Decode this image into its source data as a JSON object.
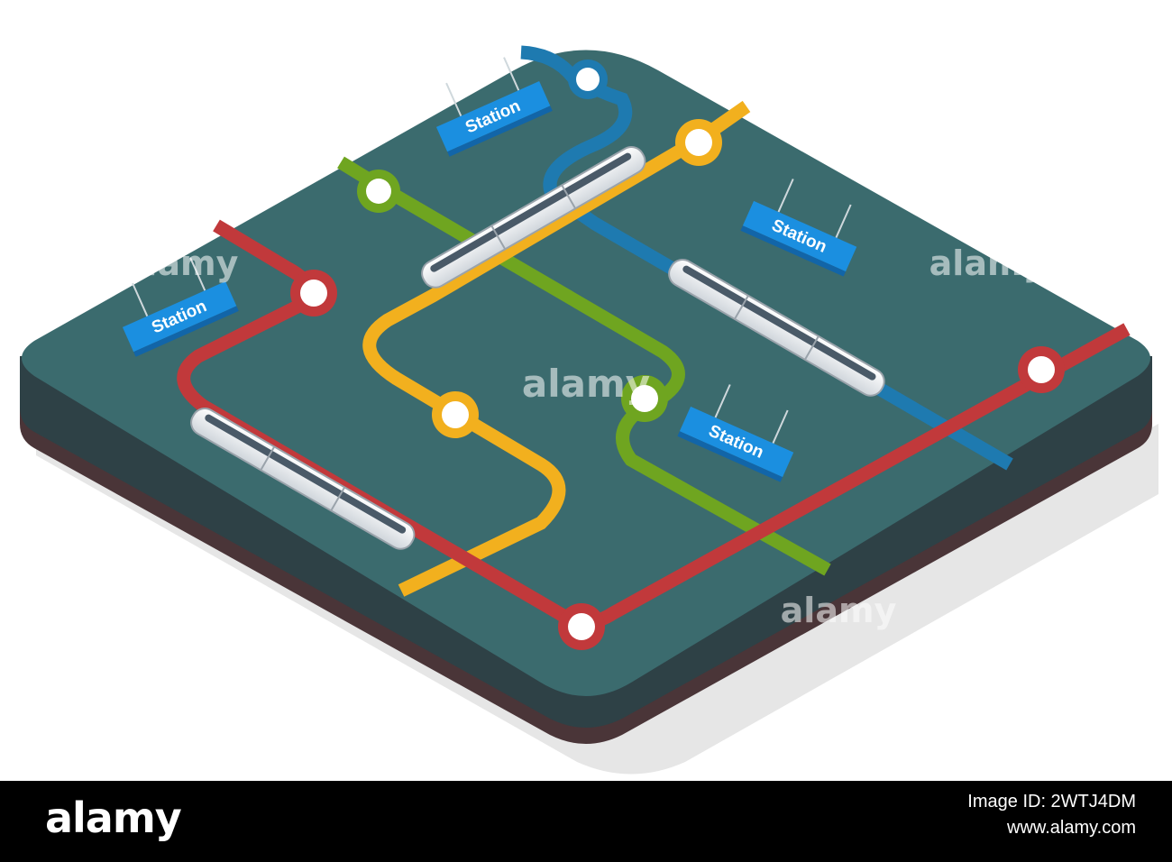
{
  "station_label": "Station",
  "watermark": "alamy",
  "footer": {
    "brand": "alamy",
    "image_id": "Image ID: 2WTJ4DM",
    "site": "www.alamy.com"
  },
  "colors": {
    "board_top": "#3b6b6e",
    "board_edge": "#2e4146",
    "board_base": "#4a3538",
    "red_line": "#c1393b",
    "green_line": "#6fa520",
    "yellow_line": "#f2b01e",
    "blue_line": "#1e7ab0",
    "sign_blue": "#1b8fe0",
    "train_body": "#e9ecef",
    "train_window": "#4a5a68"
  },
  "icons": [
    "station-sign-icon",
    "train-icon",
    "station-stop-icon"
  ]
}
